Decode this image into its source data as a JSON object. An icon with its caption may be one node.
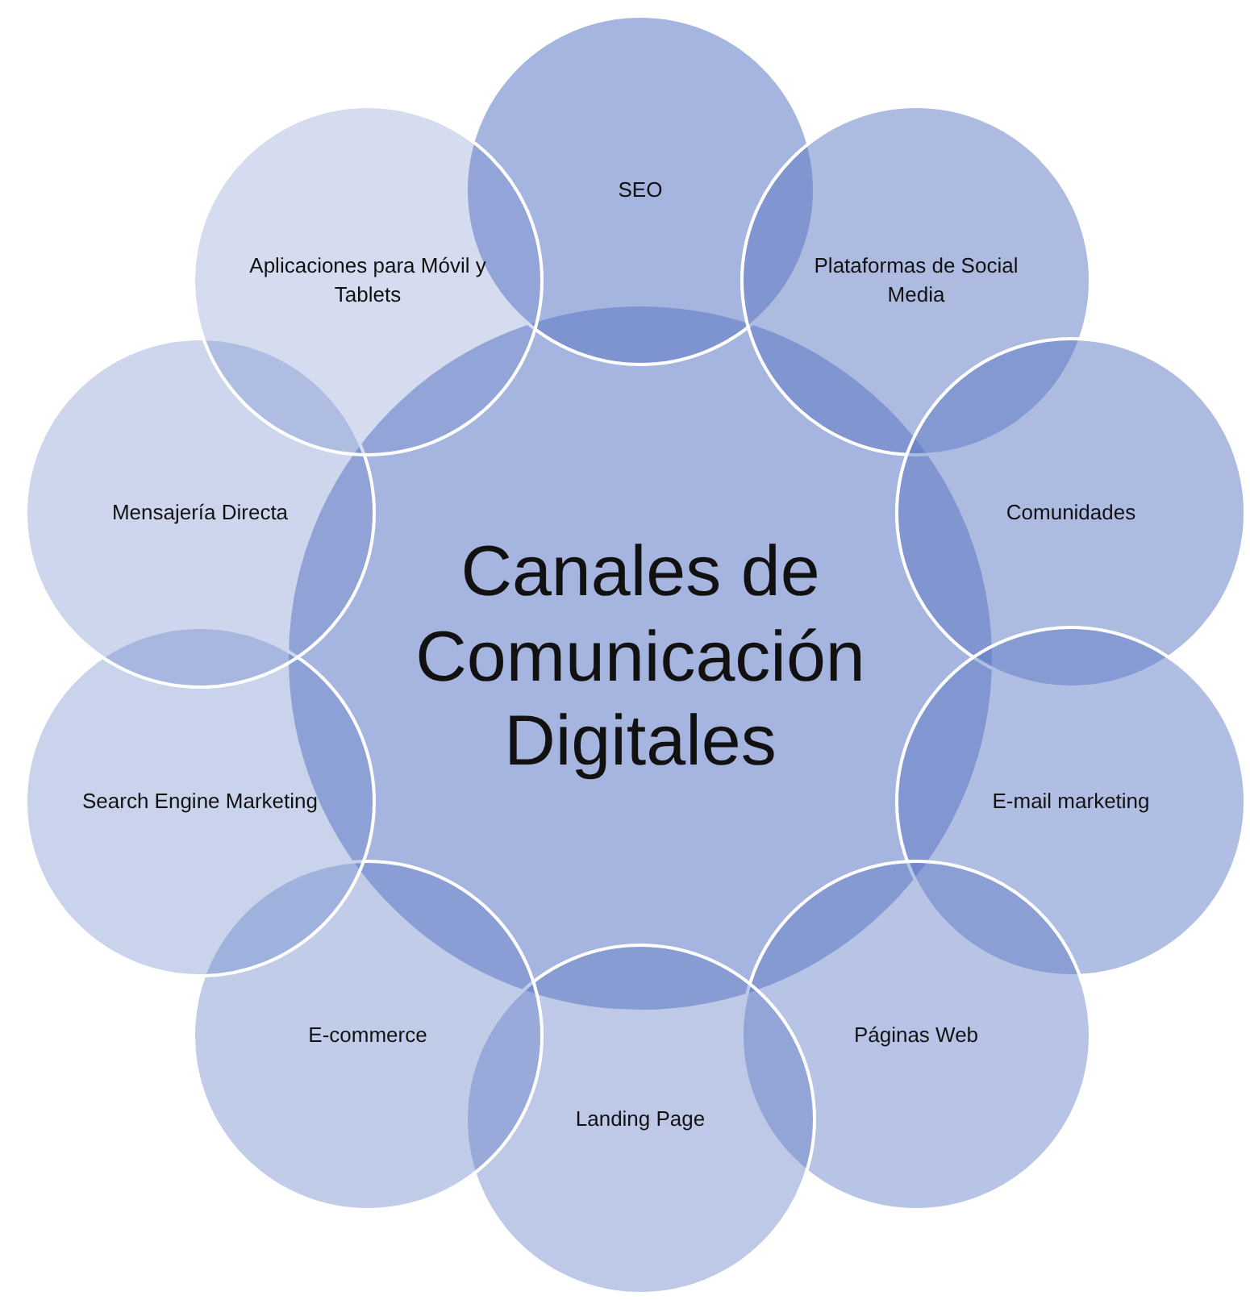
{
  "diagram": {
    "nodes": [
      {
        "text": [
          "Canales de Comunicación Digitales"
        ]
      },
      {
        "text": [
          "SEO"
        ]
      },
      {
        "text": [
          "Plataformas de Social Media"
        ]
      },
      {
        "text": [
          "Comunidades"
        ]
      },
      {
        "text": [
          "E-mail marketing"
        ]
      },
      {
        "text": [
          "Páginas Web"
        ]
      },
      {
        "text": [
          "Landing Page"
        ]
      },
      {
        "text": [
          "E-commerce"
        ]
      },
      {
        "text": [
          "Search Engine Marketing"
        ]
      },
      {
        "text": [
          "Mensajería Directa"
        ]
      },
      {
        "text": [
          "Aplicaciones para Móvil y Tablets"
        ]
      }
    ]
  }
}
